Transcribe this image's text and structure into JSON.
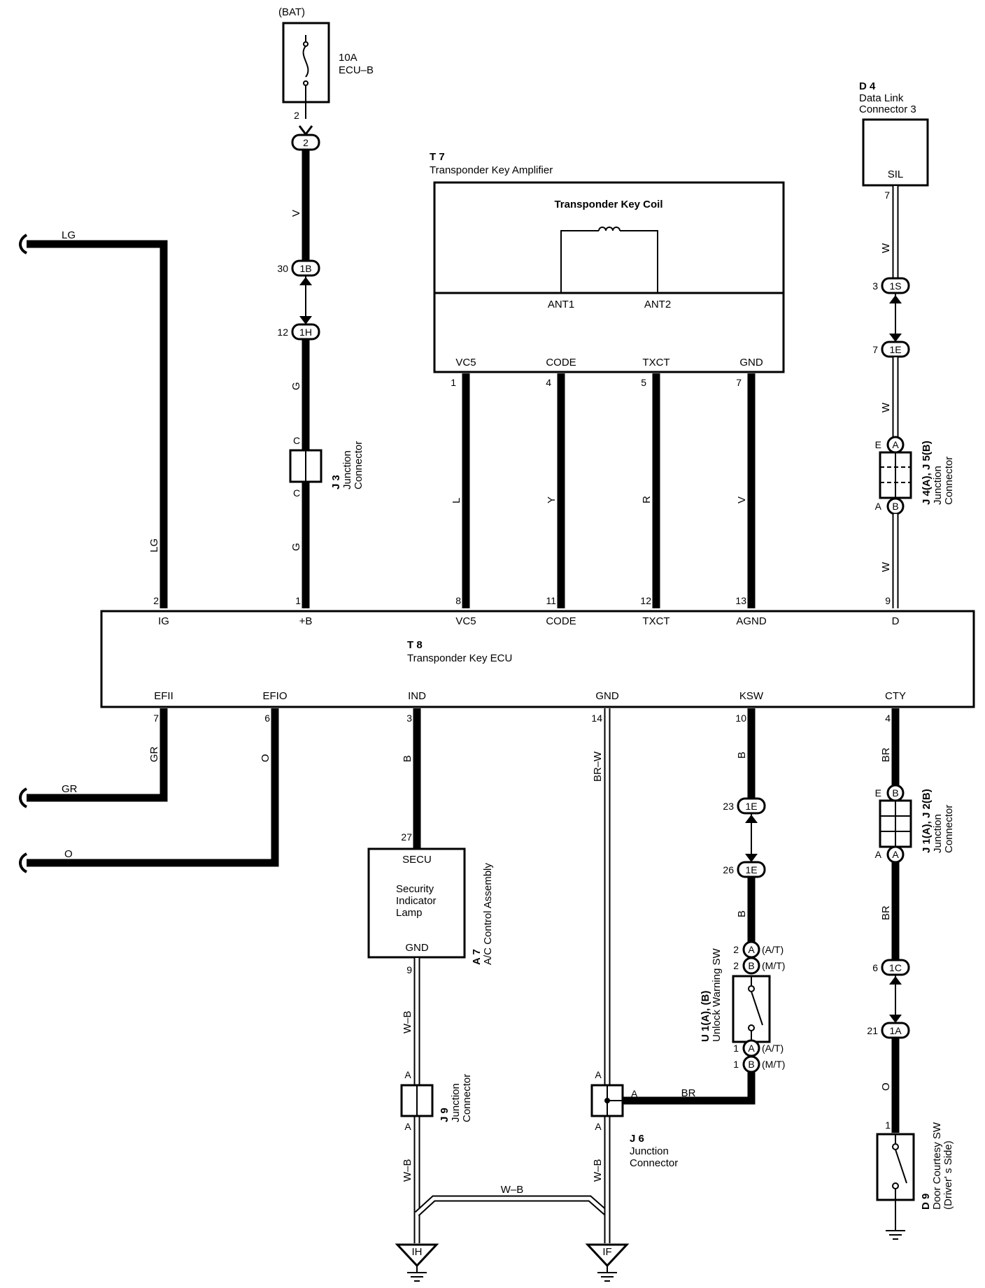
{
  "components": {
    "bat": {
      "label": "(BAT)"
    },
    "fuse": {
      "rating": "10A",
      "name": "ECU–B",
      "pin": "2"
    },
    "t7": {
      "code": "T 7",
      "name": "Transponder Key Amplifier",
      "coil": "Transponder Key Coil",
      "ant1": "ANT1",
      "ant2": "ANT2",
      "vc5": "VC5",
      "code_term": "CODE",
      "txct": "TXCT",
      "gnd": "GND",
      "pin_vc5": "1",
      "pin_code": "4",
      "pin_txct": "5",
      "pin_gnd": "7"
    },
    "t8": {
      "code": "T 8",
      "name": "Transponder Key ECU",
      "ig": "IG",
      "b": "+B",
      "vc5": "VC5",
      "code_term": "CODE",
      "txct": "TXCT",
      "agnd": "AGND",
      "d": "D",
      "efii": "EFII",
      "efio": "EFIO",
      "ind": "IND",
      "gnd": "GND",
      "ksw": "KSW",
      "cty": "CTY",
      "pin_ig": "2",
      "pin_b": "1",
      "pin_vc5": "8",
      "pin_code": "11",
      "pin_txct": "12",
      "pin_agnd": "13",
      "pin_d": "9",
      "pin_efii": "7",
      "pin_efio": "6",
      "pin_ind": "3",
      "pin_gnd": "14",
      "pin_ksw": "10",
      "pin_cty": "4"
    },
    "d4": {
      "code": "D 4",
      "name1": "Data Link",
      "name2": "Connector 3",
      "sil": "SIL",
      "pin": "7"
    },
    "j3": {
      "code": "J 3",
      "name1": "Junction",
      "name2": "Connector",
      "top": "C",
      "bottom": "C"
    },
    "j45": {
      "code": "J 4(A), J 5(B)",
      "name1": "Junction",
      "name2": "Connector",
      "top_pin": "E",
      "top_conn": "A",
      "bot_pin": "A",
      "bot_conn": "B"
    },
    "j12": {
      "code": "J 1(A), J 2(B)",
      "name1": "Junction",
      "name2": "Connector",
      "top_pin": "E",
      "top_conn": "B",
      "bot_pin": "A",
      "bot_conn": "A"
    },
    "a7": {
      "code": "A 7",
      "name": "A/C Control Assembly",
      "secu": "SECU",
      "l1": "Security",
      "l2": "Indicator",
      "l3": "Lamp",
      "gnd": "GND",
      "pin_top": "27",
      "pin_bot": "9"
    },
    "j9": {
      "code": "J 9",
      "name1": "Junction",
      "name2": "Connector",
      "top": "A",
      "bottom": "A"
    },
    "j6": {
      "code": "J 6",
      "name1": "Junction",
      "name2": "Connector",
      "top": "A",
      "side": "A",
      "bottom": "A"
    },
    "u1": {
      "code": "U 1(A), (B)",
      "name": "Unlock Warning SW",
      "p1": "2",
      "c1": "A",
      "v1": "(A/T)",
      "p2": "2",
      "c2": "B",
      "v2": "(M/T)",
      "p3": "1",
      "c3": "A",
      "v3": "(A/T)",
      "p4": "1",
      "c4": "B",
      "v4": "(M/T)"
    },
    "d9": {
      "code": "D 9",
      "name1": "Door Courtesy SW",
      "name2": "(Driver' s Side)",
      "pin": "1"
    },
    "ground_ih": "IH",
    "ground_if": "IF"
  },
  "connectors": {
    "c2": {
      "id": "2"
    },
    "c1b": {
      "id": "1B",
      "pin": "30"
    },
    "c1h": {
      "id": "1H",
      "pin": "12"
    },
    "c1s": {
      "id": "1S",
      "pin": "3"
    },
    "c1e_top": {
      "id": "1E",
      "pin": "7"
    },
    "c1e_a": {
      "id": "1E",
      "pin": "23"
    },
    "c1e_b": {
      "id": "1E",
      "pin": "26"
    },
    "c1c": {
      "id": "1C",
      "pin": "6"
    },
    "c1a": {
      "id": "1A",
      "pin": "21"
    }
  },
  "wires": {
    "lg_left": "LG",
    "lg_vert": "LG",
    "v_top": "V",
    "g1": "G",
    "g2": "G",
    "l": "L",
    "y": "Y",
    "r": "R",
    "v_t7": "V",
    "w1": "W",
    "w2": "W",
    "w3": "W",
    "gr_vert": "GR",
    "gr_left": "GR",
    "o_vert": "O",
    "o_left": "O",
    "b_ind": "B",
    "brw": "BR–W",
    "b_ksw1": "B",
    "b_ksw2": "B",
    "br_cty1": "BR",
    "br_cty2": "BR",
    "o_cty": "O",
    "br_j6": "BR",
    "wb1": "W–B",
    "wb2": "W–B",
    "wb_mid": "W–B",
    "wb3": "W–B"
  }
}
